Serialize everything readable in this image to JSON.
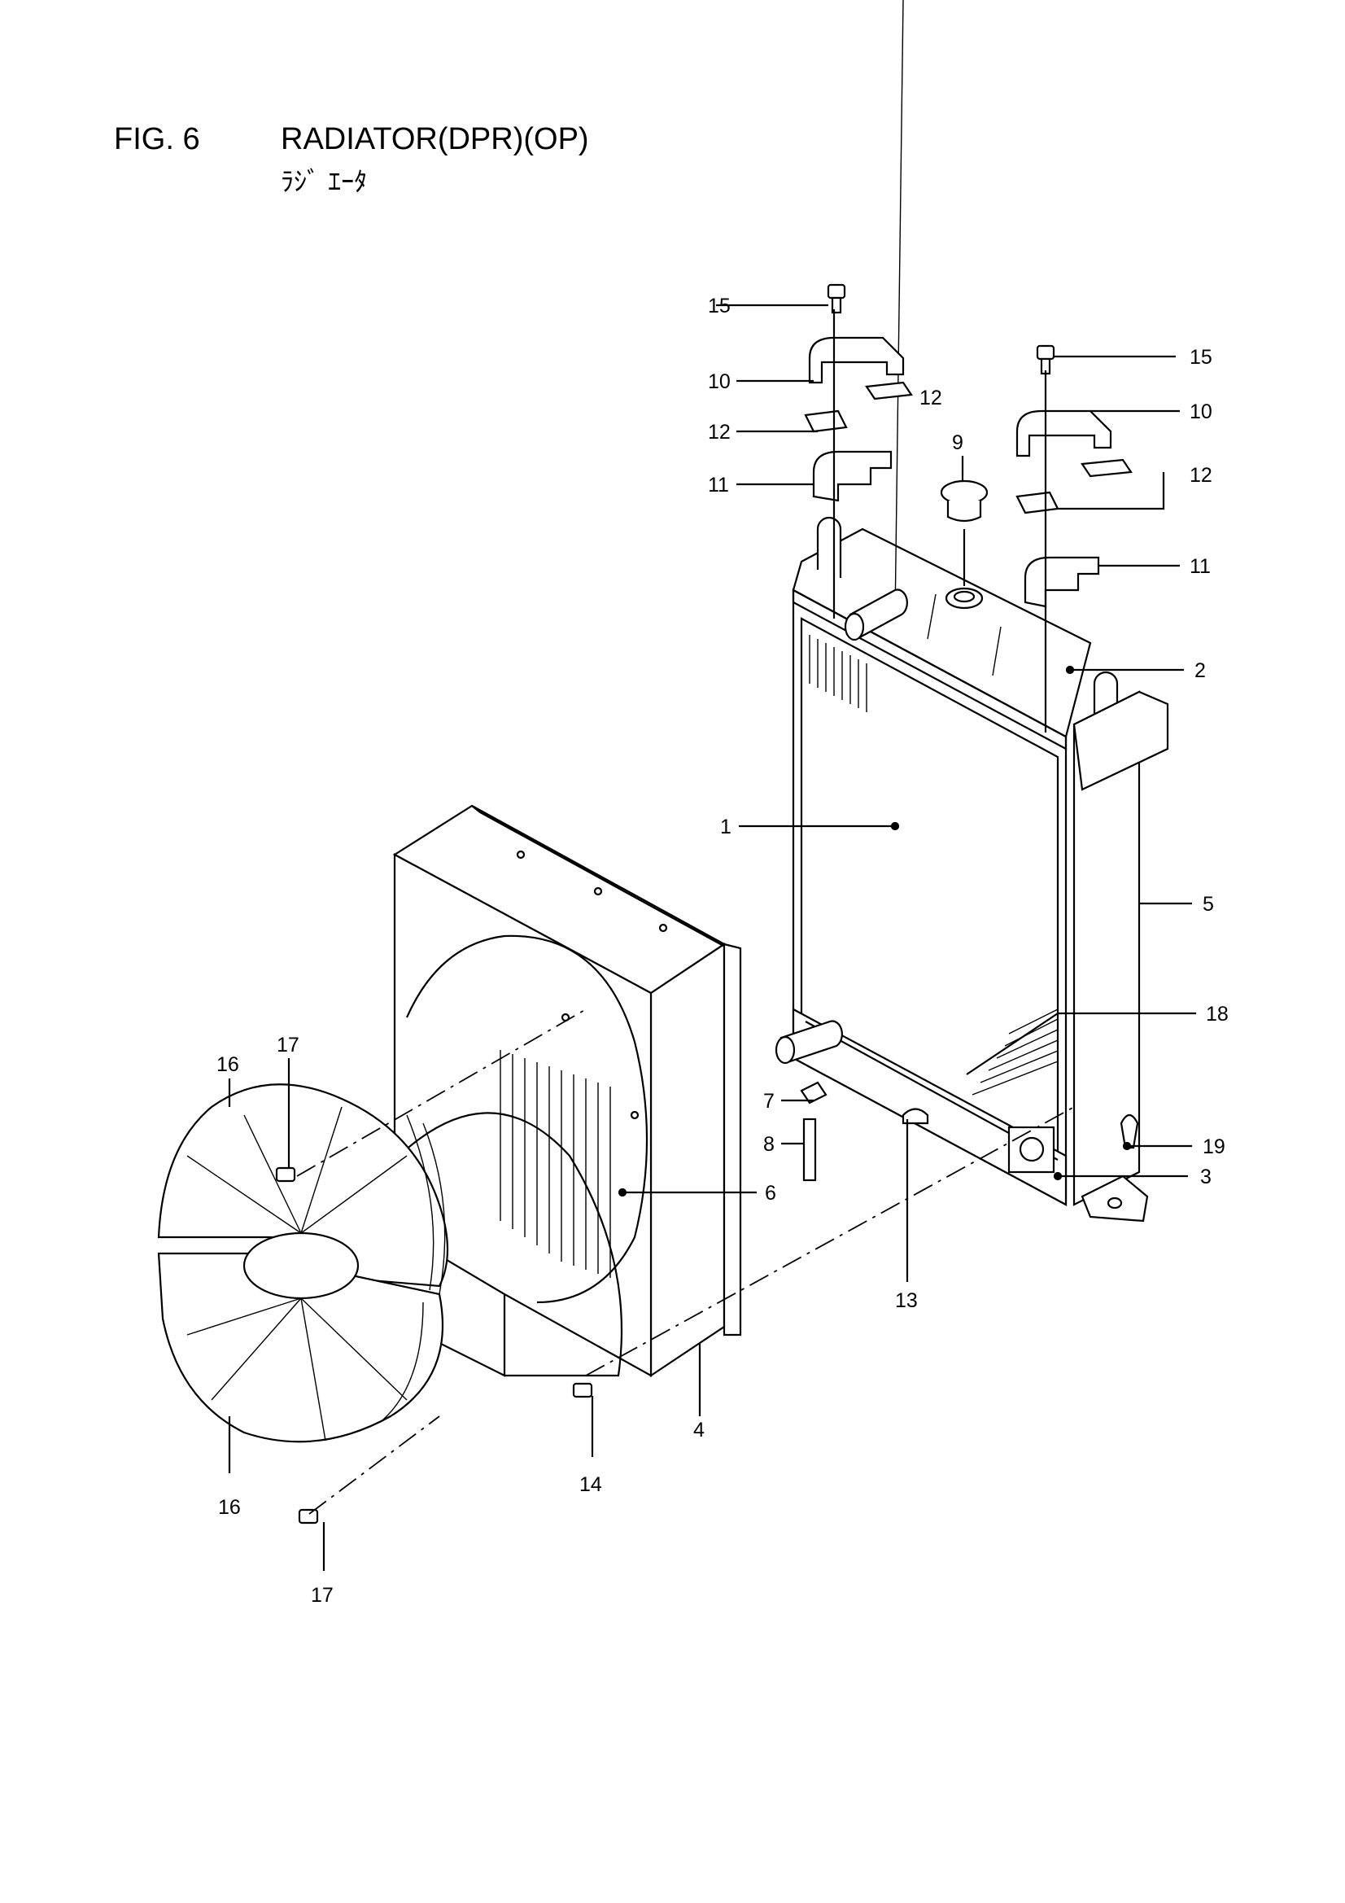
{
  "header": {
    "fig_number": "FIG. 6",
    "title": "RADIATOR(DPR)(OP)",
    "subtitle": "ﾗｼﾞ ｴｰﾀ"
  },
  "callouts": [
    {
      "id": "c1",
      "label": "1"
    },
    {
      "id": "c2",
      "label": "2"
    },
    {
      "id": "c3",
      "label": "3"
    },
    {
      "id": "c4",
      "label": "4"
    },
    {
      "id": "c5",
      "label": "5"
    },
    {
      "id": "c6",
      "label": "6"
    },
    {
      "id": "c7",
      "label": "7"
    },
    {
      "id": "c8",
      "label": "8"
    },
    {
      "id": "c9",
      "label": "9"
    },
    {
      "id": "c10a",
      "label": "10"
    },
    {
      "id": "c10b",
      "label": "10"
    },
    {
      "id": "c11a",
      "label": "11"
    },
    {
      "id": "c11b",
      "label": "11"
    },
    {
      "id": "c12a",
      "label": "12"
    },
    {
      "id": "c12b",
      "label": "12"
    },
    {
      "id": "c12c",
      "label": "12"
    },
    {
      "id": "c13",
      "label": "13"
    },
    {
      "id": "c14",
      "label": "14"
    },
    {
      "id": "c15a",
      "label": "15"
    },
    {
      "id": "c15b",
      "label": "15"
    },
    {
      "id": "c16a",
      "label": "16"
    },
    {
      "id": "c16b",
      "label": "16"
    },
    {
      "id": "c17a",
      "label": "17"
    },
    {
      "id": "c17b",
      "label": "17"
    },
    {
      "id": "c18",
      "label": "18"
    },
    {
      "id": "c19",
      "label": "19"
    }
  ]
}
